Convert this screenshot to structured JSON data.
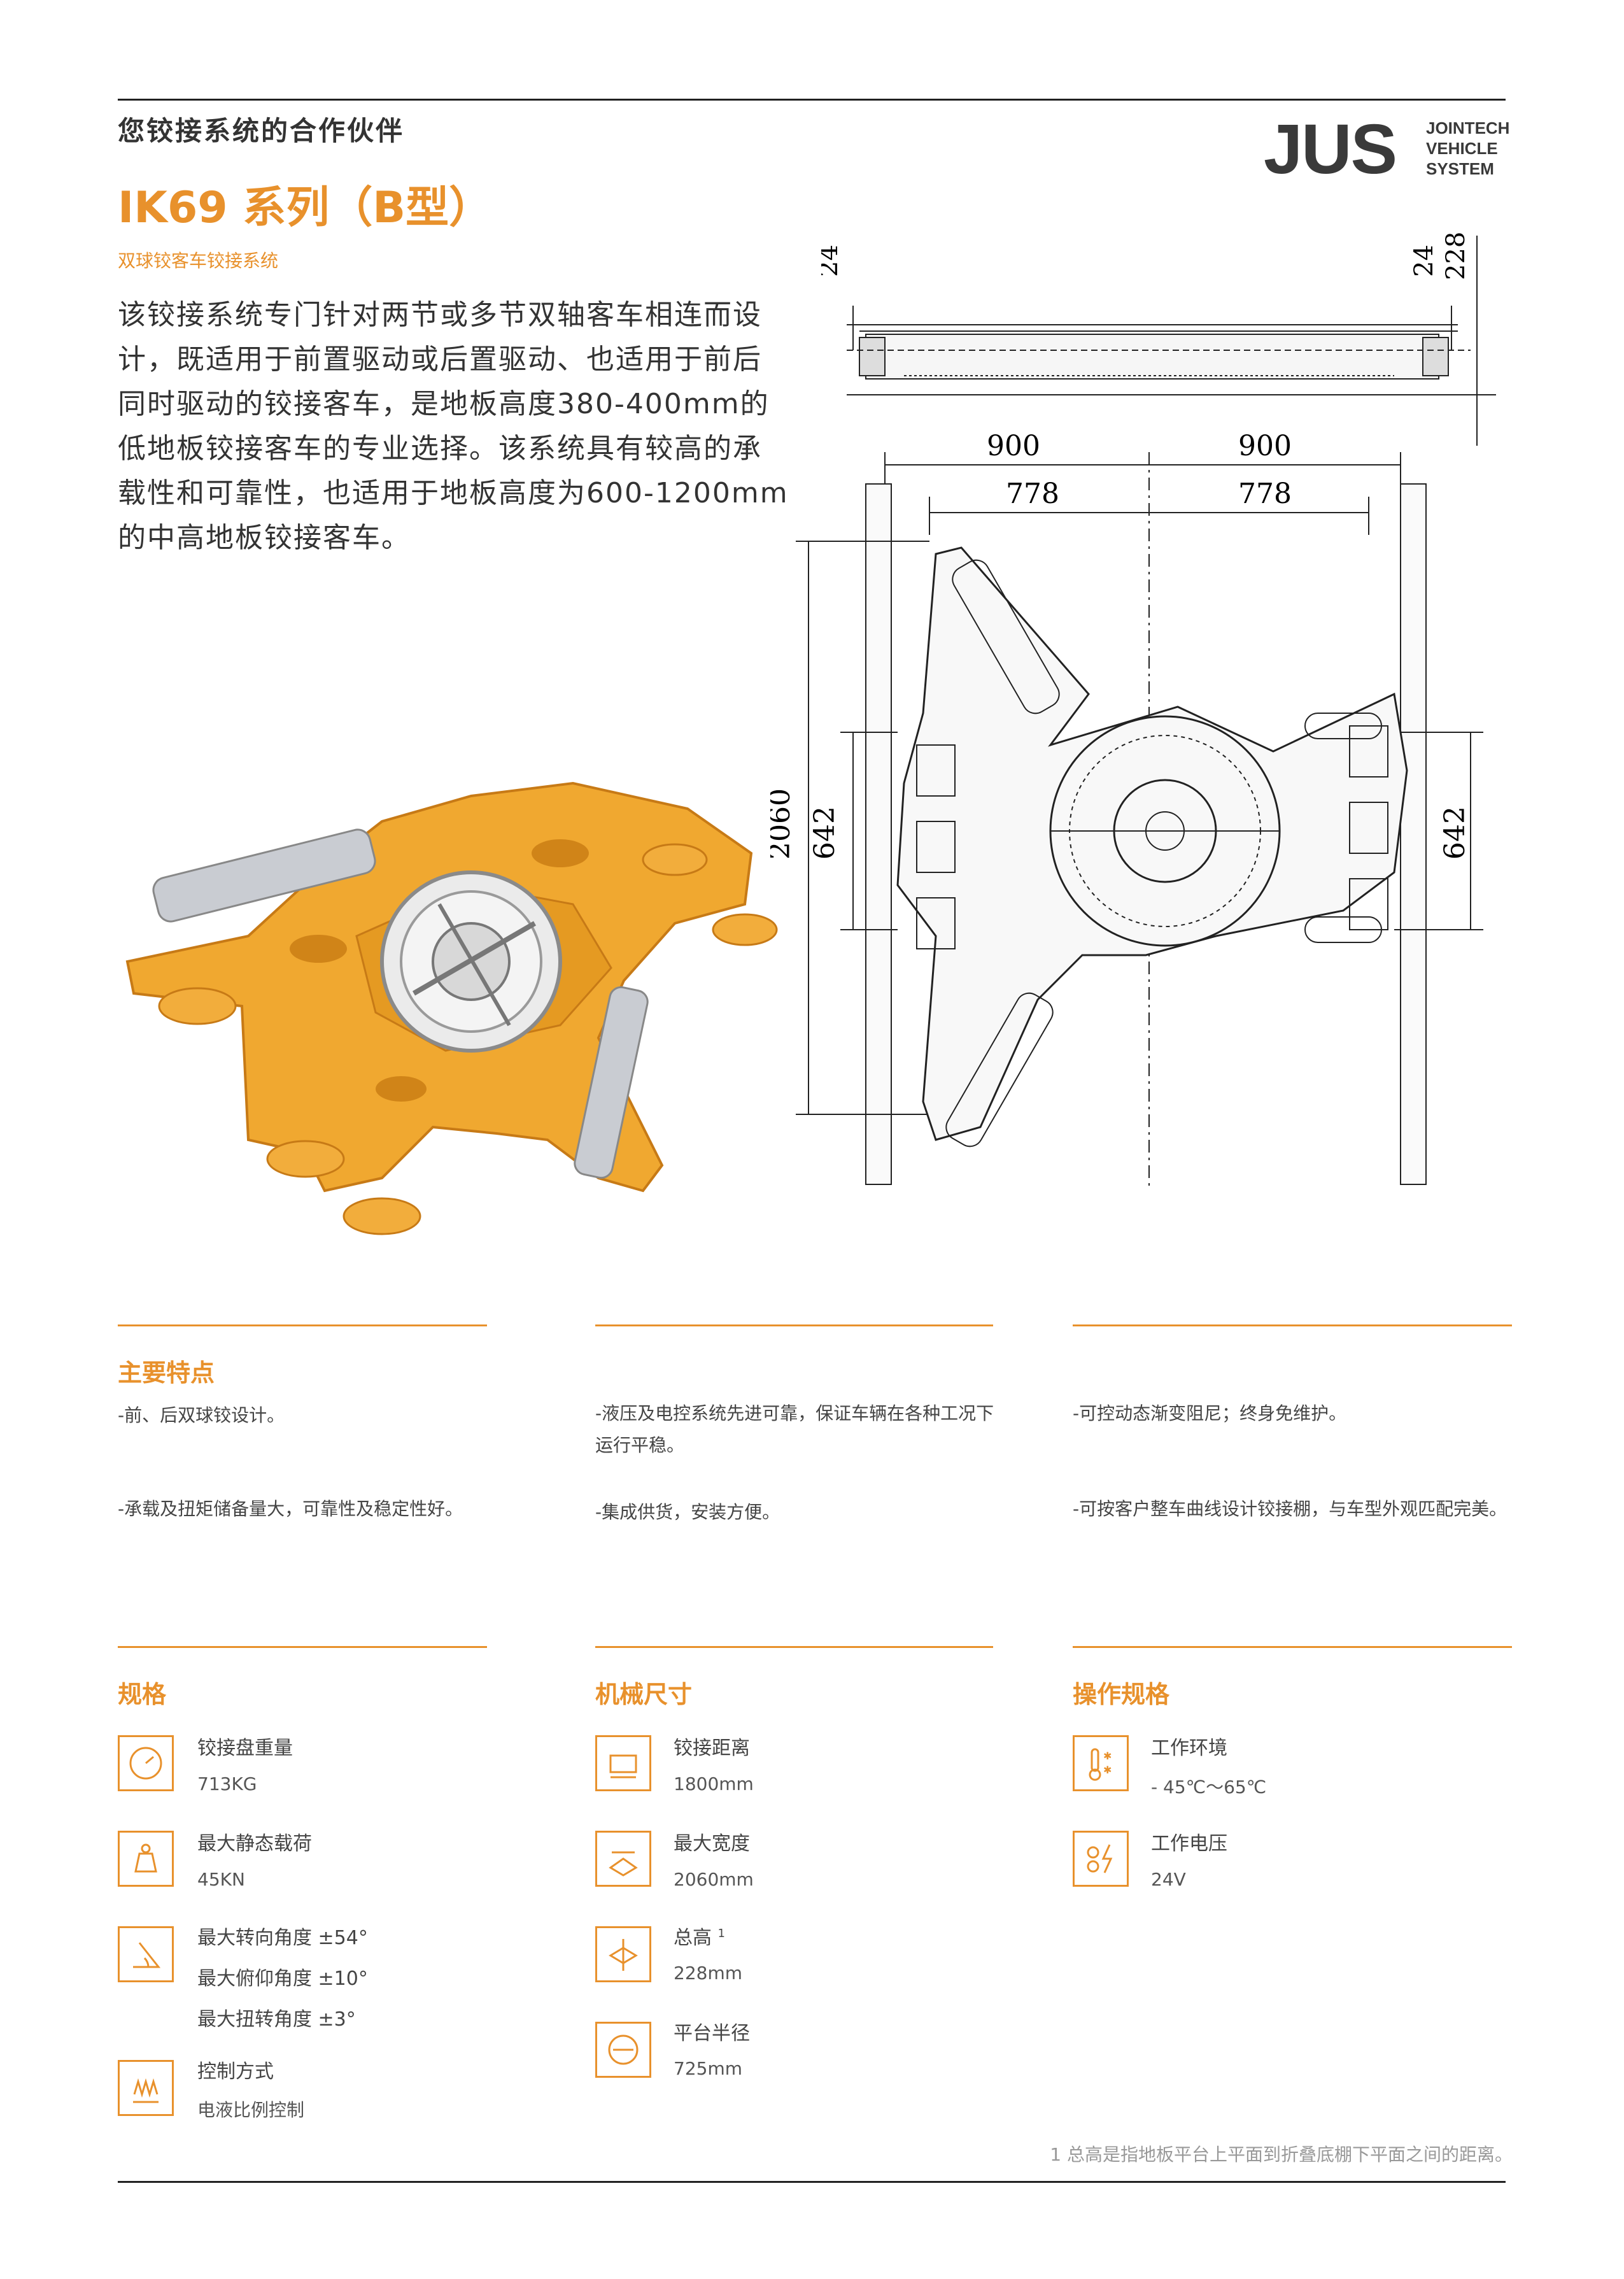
{
  "header": {
    "tagline": "您铰接系统的合作伙伴",
    "title": "IK69 系列（B型）",
    "subtitle": "双球铰客车铰接系统",
    "logo_mark": "JUS",
    "logo_lines": [
      "JOINTECH",
      "VEHICLE",
      "SYSTEM"
    ]
  },
  "intro": "该铰接系统专门针对两节或多节双轴客车相连而设计，既适用于前置驱动或后置驱动、也适用于前后同时驱动的铰接客车，是地板高度380-400mm的低地板铰接客车的专业选择。该系统具有较高的承载性和可靠性，也适用于地板高度为600-1200mm的中高地板铰接客车。",
  "drawing": {
    "side_dims": [
      "24",
      "24",
      "228"
    ],
    "top_dims": [
      "900",
      "900",
      "778",
      "778"
    ],
    "left_dims": [
      "2060",
      "642"
    ],
    "right_dims": [
      "642"
    ]
  },
  "features": {
    "heading": "主要特点",
    "col1": [
      "-前、后双球铰设计。",
      "-承载及扭矩储备量大，可靠性及稳定性好。"
    ],
    "col2": [
      "-液压及电控系统先进可靠，保证车辆在各种工况下运行平稳。",
      "-集成供货，安装方便。"
    ],
    "col3": [
      "-可控动态渐变阻尼；终身免维护。",
      "-可按客户整车曲线设计铰接棚，与车型外观匹配完美。"
    ]
  },
  "specs": {
    "heading": "规格",
    "items": [
      {
        "icon": "gauge-icon",
        "label": "铰接盘重量",
        "value": "713KG"
      },
      {
        "icon": "weight-icon",
        "label": "最大静态载荷",
        "value": "45KN"
      },
      {
        "icon": "angle-icon",
        "label": "最大转向角度 ±54°",
        "value": "最大俯仰角度 ±10°",
        "value2": "最大扭转角度 ±3°"
      },
      {
        "icon": "control-icon",
        "label": "控制方式",
        "value": "电液比例控制"
      }
    ]
  },
  "mech": {
    "heading": "机械尺寸",
    "items": [
      {
        "icon": "distance-icon",
        "label": "铰接距离",
        "value": "1800mm"
      },
      {
        "icon": "width-icon",
        "label": "最大宽度",
        "value": "2060mm"
      },
      {
        "icon": "height-icon",
        "label": "总高",
        "sup": "1",
        "value": "228mm"
      },
      {
        "icon": "radius-icon",
        "label": "平台半径",
        "value": "725mm"
      }
    ]
  },
  "ops": {
    "heading": "操作规格",
    "items": [
      {
        "icon": "thermometer-icon",
        "label": "工作环境",
        "value": "- 45℃～65℃"
      },
      {
        "icon": "voltage-icon",
        "label": "工作电压",
        "value": "24V"
      }
    ]
  },
  "footnote": "1 总高是指地板平台上平面到折叠底棚下平面之间的距离。",
  "colors": {
    "accent": "#e8912c",
    "text": "#333333",
    "yellow_part": "#f0a830",
    "cylinder": "#c9ccd2"
  }
}
